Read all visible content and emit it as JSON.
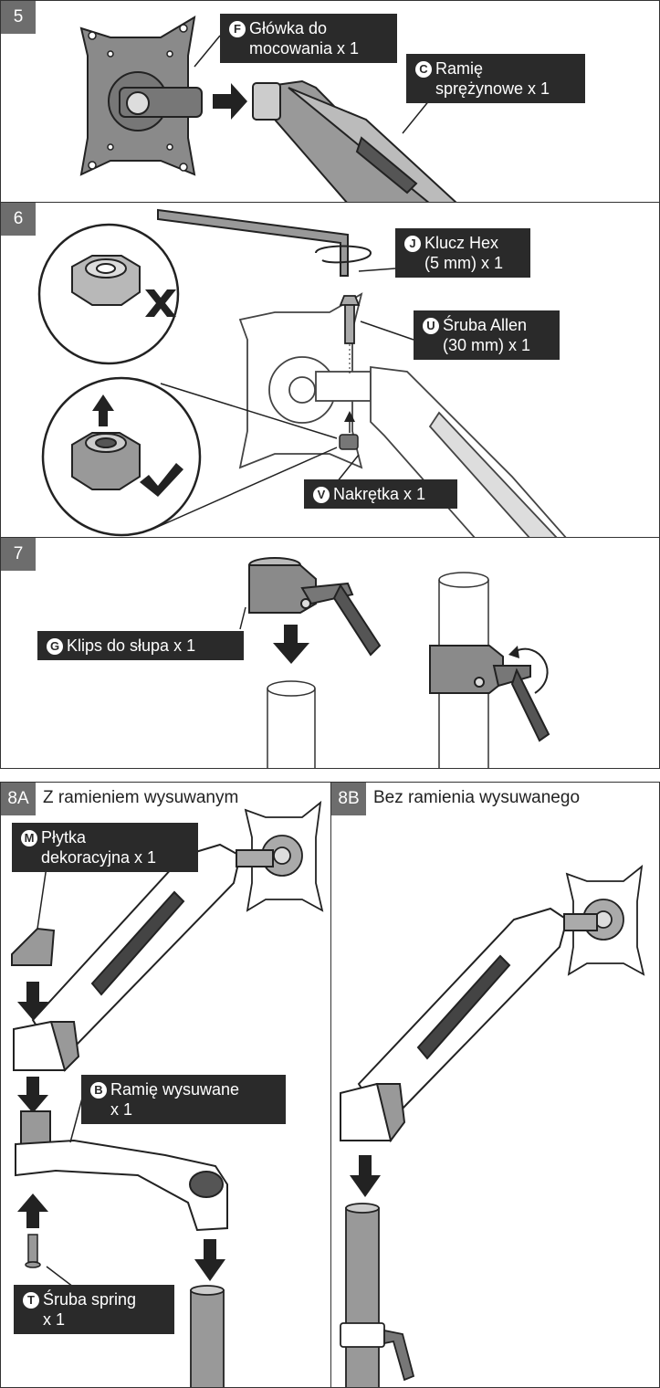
{
  "steps": {
    "s5": {
      "badge": "5",
      "labels": {
        "f": {
          "letter": "F",
          "line1": "Główka do",
          "line2": "mocowania x 1"
        },
        "c": {
          "letter": "C",
          "line1": "Ramię",
          "line2": "sprężynowe x 1"
        }
      }
    },
    "s6": {
      "badge": "6",
      "labels": {
        "j": {
          "letter": "J",
          "line1": "Klucz Hex",
          "line2": "(5 mm) x 1"
        },
        "u": {
          "letter": "U",
          "line1": "Śruba Allen",
          "line2": "(30 mm) x 1"
        },
        "v": {
          "letter": "V",
          "line1": "Nakrętka x 1"
        }
      }
    },
    "s7": {
      "badge": "7",
      "labels": {
        "g": {
          "letter": "G",
          "line1": "Klips do słupa x 1"
        }
      }
    },
    "s8a": {
      "badge": "8A",
      "title": "Z ramieniem wysuwanym",
      "labels": {
        "m": {
          "letter": "M",
          "line1": "Płytka",
          "line2": "dekoracyjna x 1"
        },
        "b": {
          "letter": "B",
          "line1": "Ramię wysuwane",
          "line2": "x 1"
        },
        "t": {
          "letter": "T",
          "line1": "Śruba spring",
          "line2": "x 1"
        }
      }
    },
    "s8b": {
      "badge": "8B",
      "title": "Bez ramienia wysuwanego"
    }
  },
  "colors": {
    "badge": "#6d6d6d",
    "label_bg": "#2a2a2a",
    "part_fill": "#8a8a8a",
    "outline": "#222222"
  }
}
